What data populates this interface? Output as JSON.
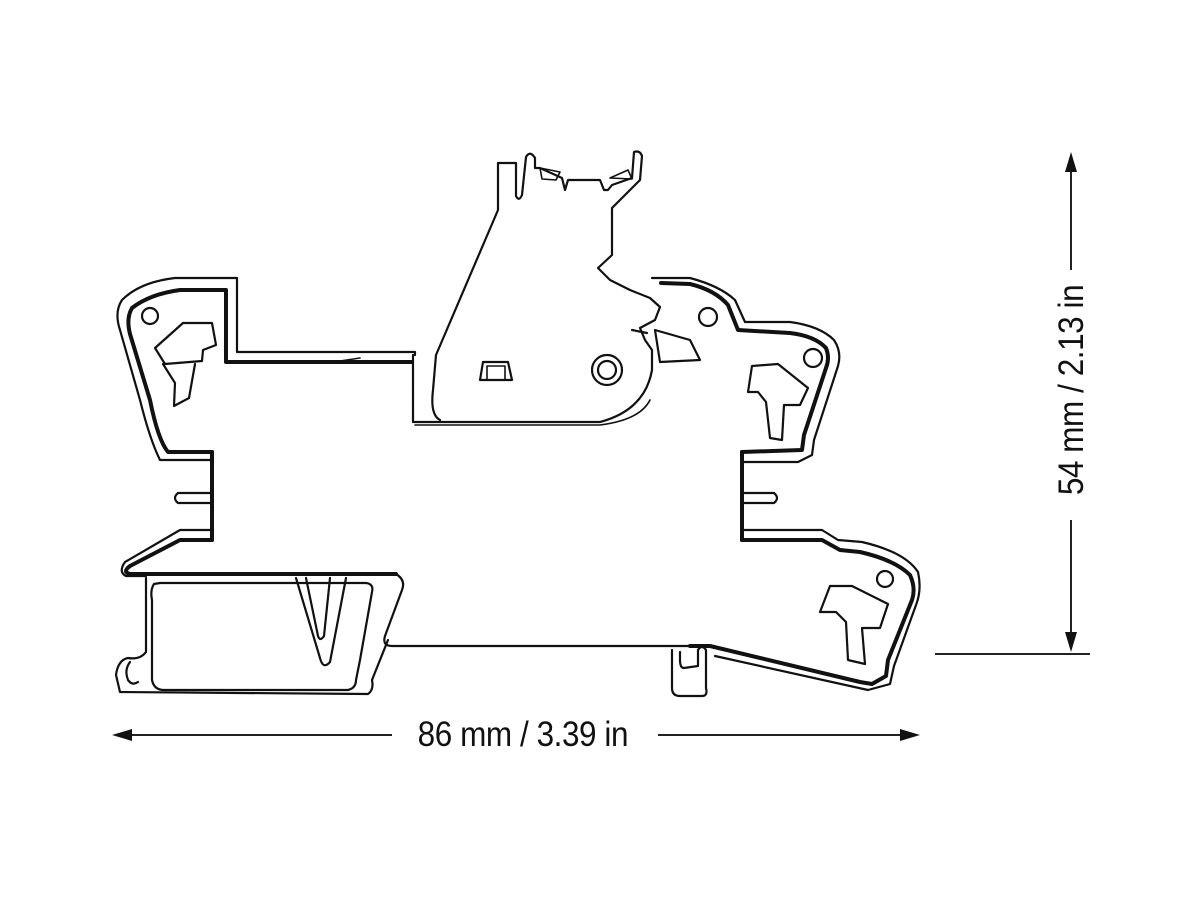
{
  "diagram": {
    "type": "technical-dimension-drawing",
    "subject": "relay socket / terminal block side profile",
    "line_color": "#111111",
    "background": "#ffffff"
  },
  "dimensions": {
    "width": {
      "label": "86 mm / 3.39 in",
      "value_mm": 86,
      "value_in": 3.39,
      "orientation": "horizontal"
    },
    "height": {
      "label": "54 mm / 2.13 in",
      "value_mm": 54,
      "value_in": 2.13,
      "orientation": "vertical"
    }
  }
}
